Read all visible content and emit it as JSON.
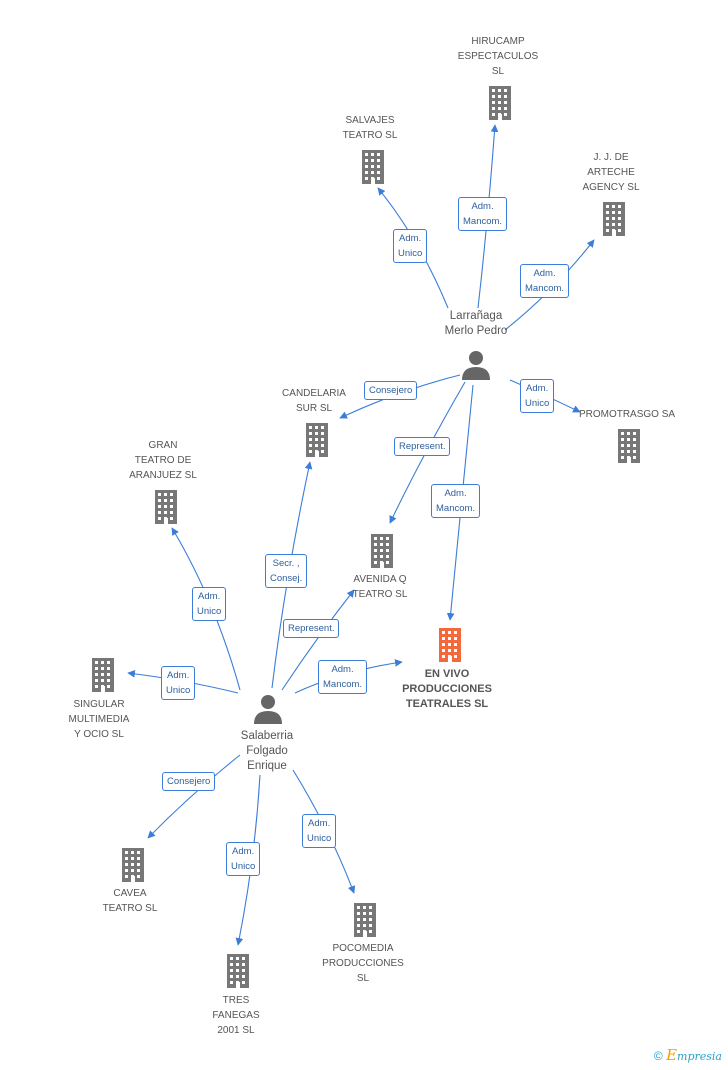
{
  "companies": {
    "hirucamp": "HIRUCAMP\nESPECTACULOS\nSL",
    "salvajes": "SALVAJES\nTEATRO SL",
    "jjarteche": "J. J. DE\nARTECHE\nAGENCY  SL",
    "candelaria": "CANDELARIA\nSUR SL",
    "promotrasgo": "PROMOTRASGO SA",
    "gran_teatro": "GRAN\nTEATRO DE\nARANJUEZ  SL",
    "avenida_q": "AVENIDA Q\nTEATRO SL",
    "en_vivo": "EN VIVO\nPRODUCCIONES\nTEATRALES SL",
    "singular": "SINGULAR\nMULTIMEDIA\nY OCIO  SL",
    "cavea": "CAVEA\nTEATRO SL",
    "pocomedia": "POCOMEDIA\nPRODUCCIONES\nSL",
    "tres_fanegas": "TRES\nFANEGAS\n2001  SL"
  },
  "persons": {
    "larranaga": "Larrañaga\nMerlo Pedro",
    "salaberria": "Salaberria\nFolgado\nEnrique"
  },
  "edges": {
    "e1": "Adm.\nUnico",
    "e2": "Adm.\nMancom.",
    "e3": "Adm.\nMancom.",
    "e4": "Consejero",
    "e5": "Adm.\nUnico",
    "e6": "Represent.",
    "e7": "Adm.\nMancom.",
    "e8": "Adm.\nUnico",
    "e9": "Secr. ,\nConsej.",
    "e10": "Represent.",
    "e11": "Adm.\nMancom.",
    "e12": "Adm.\nUnico",
    "e13": "Consejero",
    "e14": "Adm.\nUnico",
    "e15": "Adm.\nUnico"
  },
  "watermark": {
    "symbol": "©",
    "brand_initial": "E",
    "brand_rest": "mpresia"
  },
  "colors": {
    "edge": "#3b7dd8",
    "building": "#777777",
    "main_building": "#f26a3c",
    "person": "#666666"
  }
}
